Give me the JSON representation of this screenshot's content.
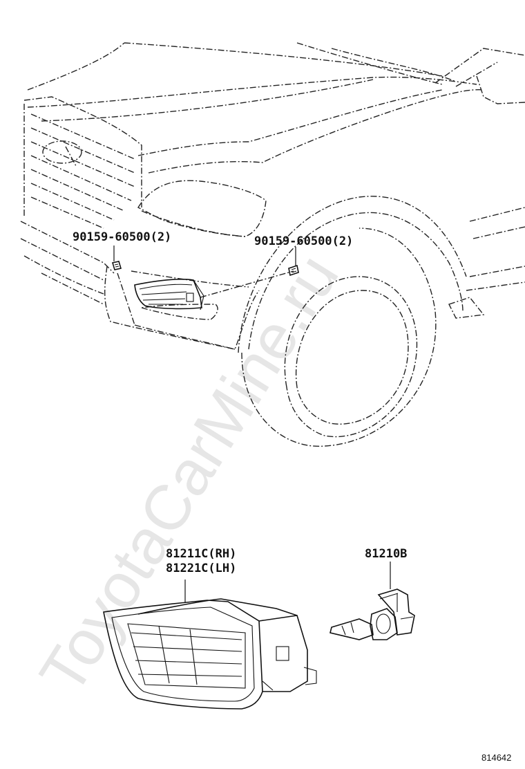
{
  "watermark": "ToyotaCarMine.ru",
  "callouts": {
    "bolt_left": "90159-60500(2)",
    "bolt_right": "90159-60500(2)",
    "lamp_rh": "81211C(RH)",
    "lamp_lh": "81221C(LH)",
    "bulb": "81210B"
  },
  "figure_number": "814642"
}
